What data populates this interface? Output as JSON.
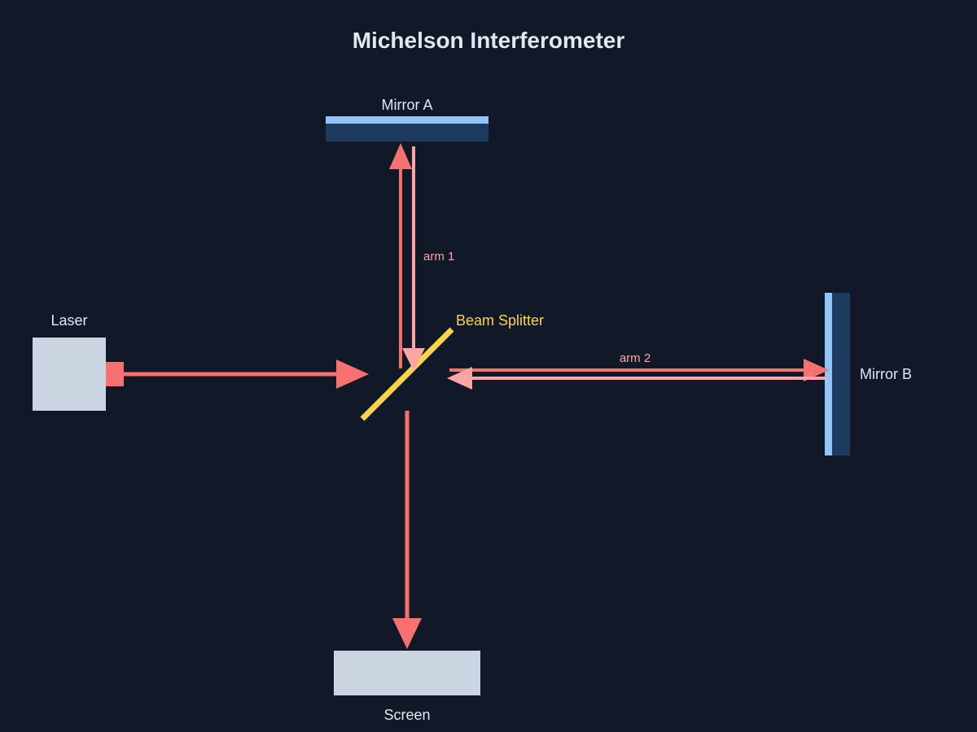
{
  "title": "Michelson Interferometer",
  "labels": {
    "laser": "Laser",
    "mirror_a": "Mirror A",
    "mirror_b": "Mirror B",
    "beam_splitter": "Beam Splitter",
    "screen": "Screen",
    "arm1": "arm 1",
    "arm2": "arm 2"
  },
  "colors": {
    "background": "#111827",
    "text": "#e2e8f0",
    "beam": "#f87171",
    "beam_return": "#fca5a5",
    "beam_splitter": "#fcd34d",
    "mirror_body": "#1e3a5f",
    "mirror_surface": "#93c5fd",
    "device": "#cbd5e1"
  }
}
